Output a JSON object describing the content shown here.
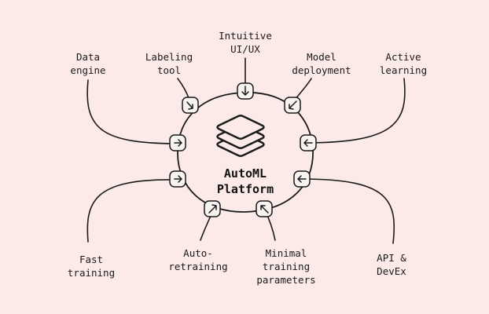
{
  "center": {
    "title": "AutoML\nPlatform",
    "icon": "stacked-layers-icon"
  },
  "features": [
    {
      "label": "Data\nengine"
    },
    {
      "label": "Labeling\ntool"
    },
    {
      "label": "Intuitive\nUI/UX"
    },
    {
      "label": "Model\ndeployment"
    },
    {
      "label": "Active\nlearning"
    },
    {
      "label": "Fast\ntraining"
    },
    {
      "label": "Auto-\nretraining"
    },
    {
      "label": "Minimal\ntraining\nparameters"
    },
    {
      "label": "API &\nDevEx"
    }
  ],
  "colors": {
    "background": "#fbeae8",
    "ink": "#1a1a1a",
    "node_fill": "#f6f3f0"
  }
}
